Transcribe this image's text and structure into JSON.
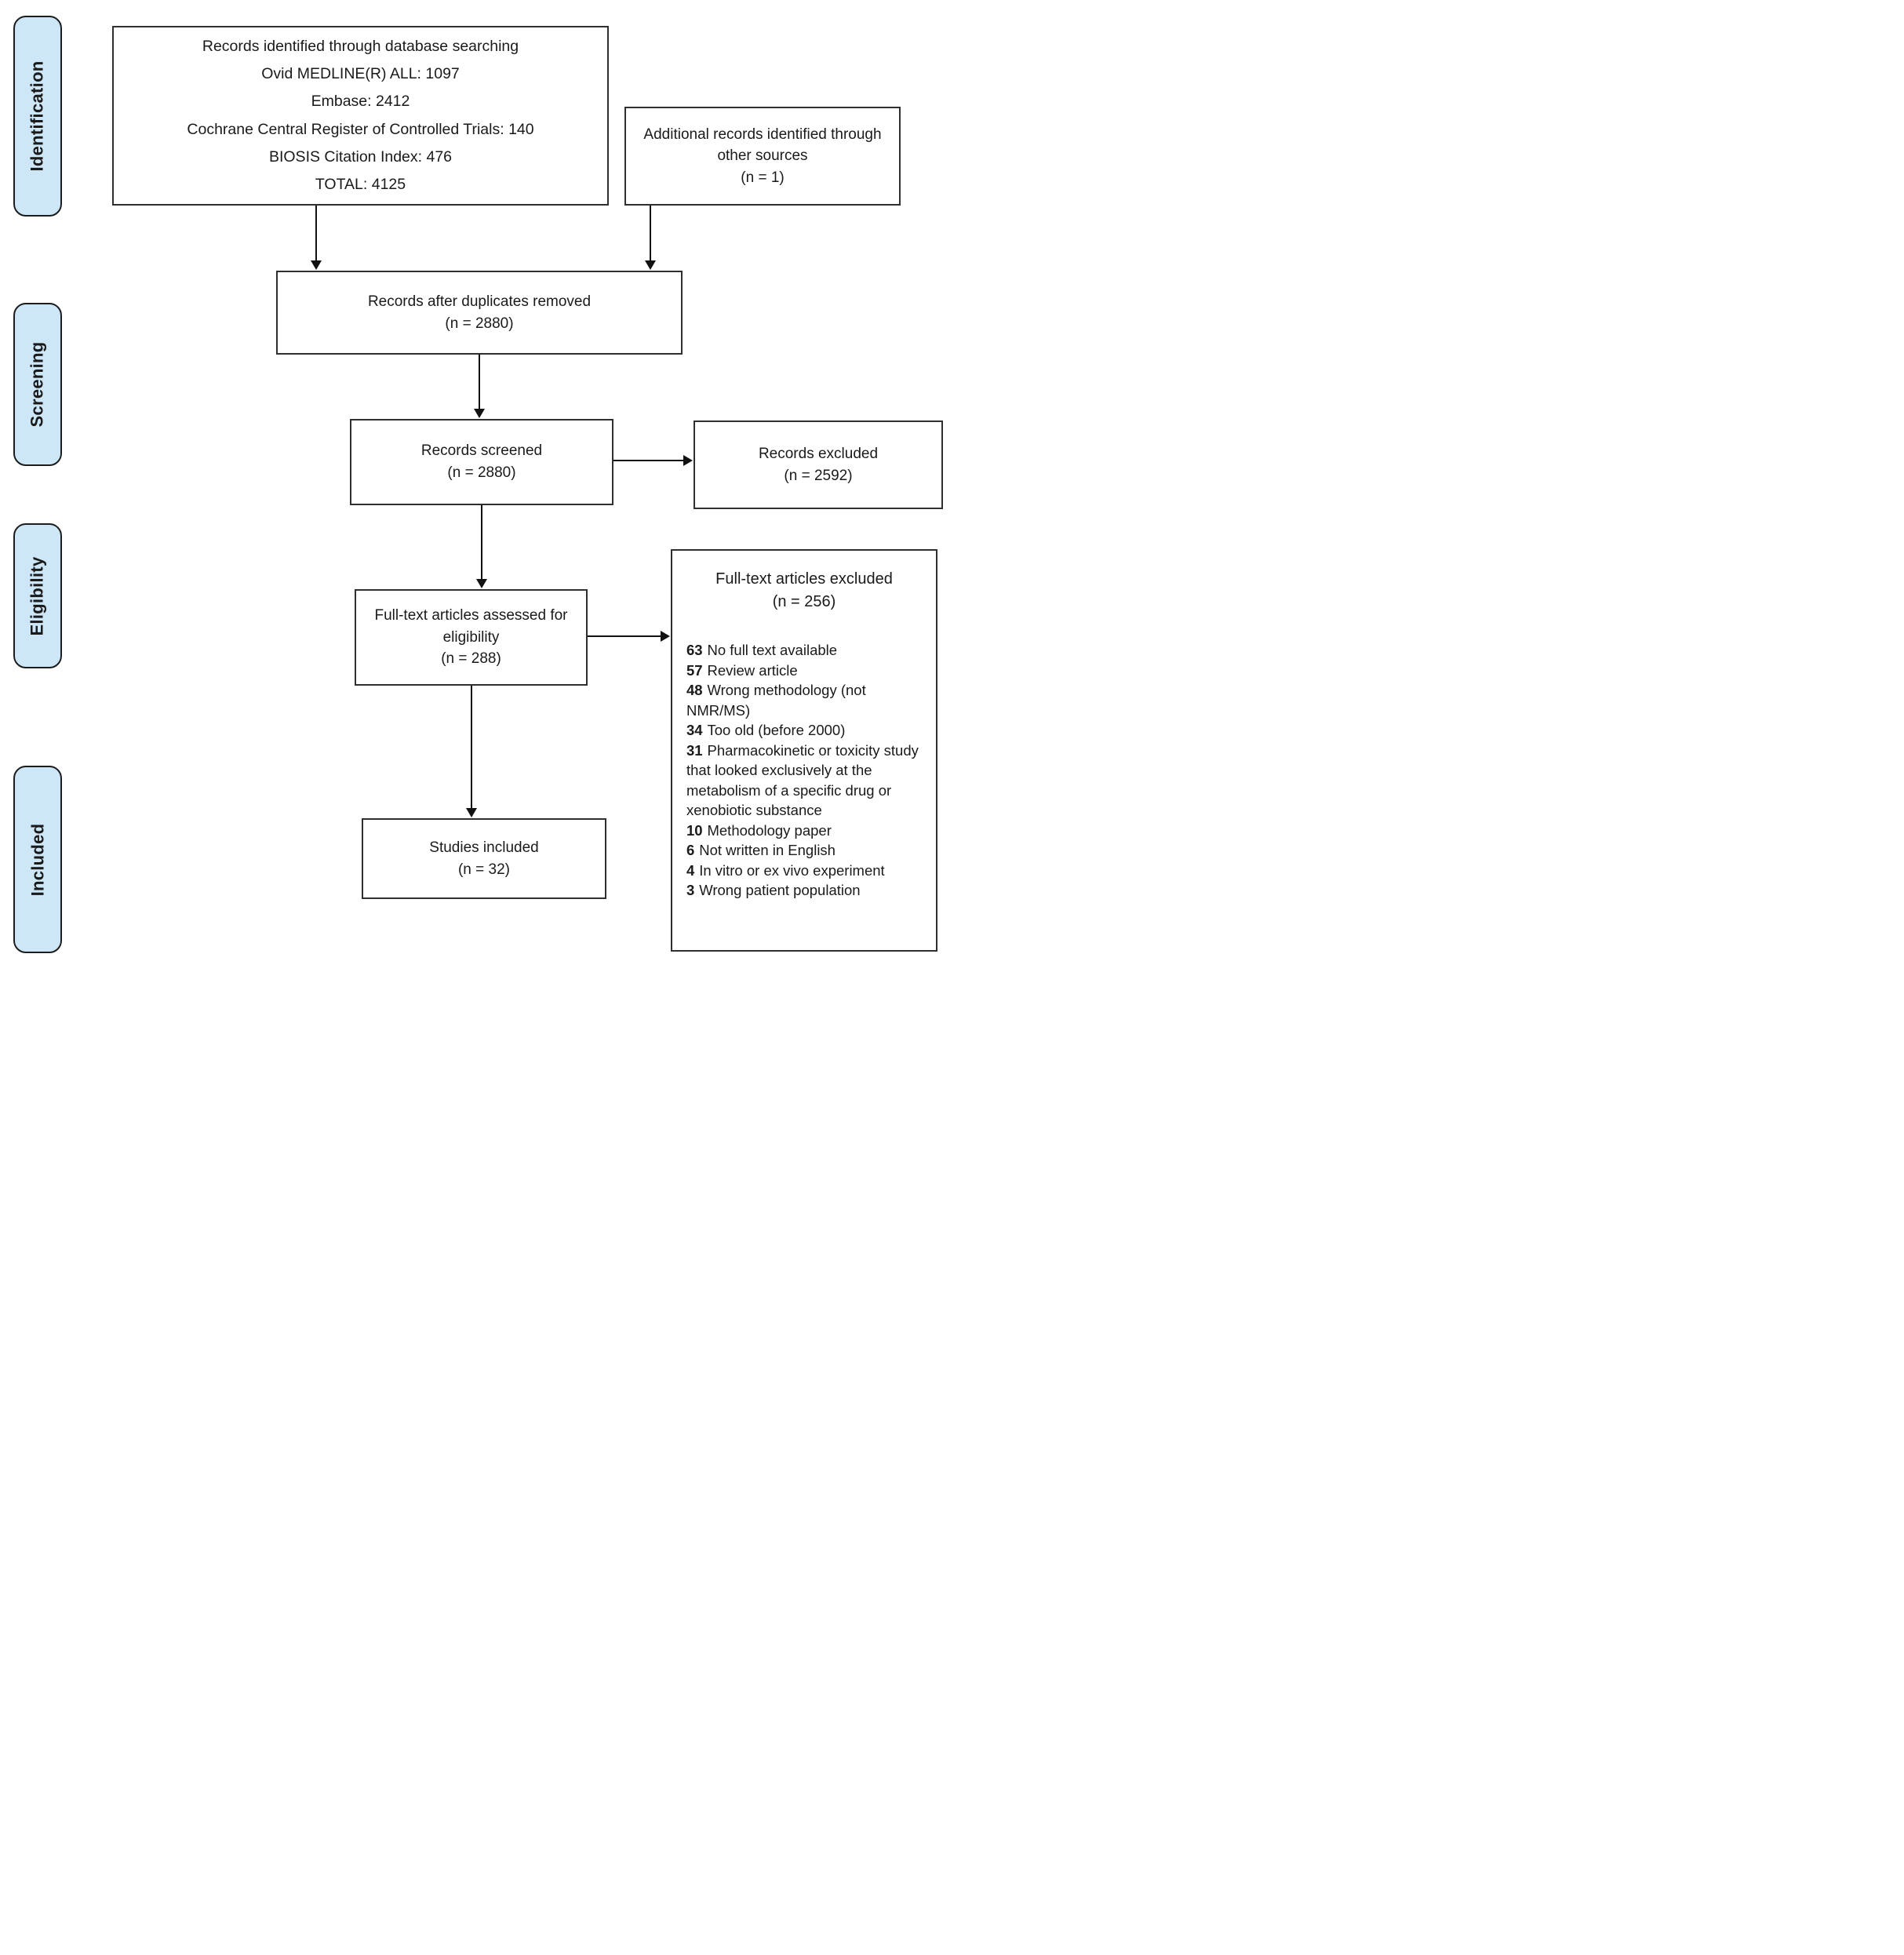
{
  "stages": {
    "identification": "Identification",
    "screening": "Screening",
    "eligibility": "Eligibility",
    "included": "Included"
  },
  "boxes": {
    "records_identified": {
      "title": "Records identified through database searching",
      "lines": [
        "Ovid MEDLINE(R) ALL: 1097",
        "Embase: 2412",
        "Cochrane Central Register of Controlled Trials: 140",
        "BIOSIS Citation Index: 476",
        "TOTAL: 4125"
      ]
    },
    "additional_records": {
      "text": "Additional records identified through other sources",
      "n": "(n = 1)"
    },
    "duplicates_removed": {
      "text": "Records after duplicates removed",
      "n": "(n = 2880)"
    },
    "records_screened": {
      "text": "Records screened",
      "n": "(n = 2880)"
    },
    "records_excluded": {
      "text": "Records excluded",
      "n": "(n = 2592)"
    },
    "fulltext_assessed": {
      "text": "Full-text articles assessed for eligibility",
      "n": "(n = 288)"
    },
    "fulltext_excluded": {
      "title": "Full-text articles excluded",
      "n": "(n = 256)",
      "reasons": [
        {
          "count": "63",
          "text": "No full text available"
        },
        {
          "count": "57",
          "text": "Review article"
        },
        {
          "count": "48",
          "text": "Wrong methodology (not NMR/MS)"
        },
        {
          "count": "34",
          "text": "Too old (before 2000)"
        },
        {
          "count": "31",
          "text": "Pharmacokinetic or toxicity study that looked exclusively at the metabolism of a specific drug or xenobiotic substance"
        },
        {
          "count": "10",
          "text": "Methodology paper"
        },
        {
          "count": "6",
          "text": "Not written in English"
        },
        {
          "count": "4",
          "text": "In vitro or ex vivo experiment"
        },
        {
          "count": "3",
          "text": "Wrong patient population"
        }
      ]
    },
    "studies_included": {
      "text": "Studies included",
      "n": "(n = 32)"
    }
  },
  "colors": {
    "stage_fill": "#cde7f8",
    "box_border": "#2f2f2f",
    "arrow": "#111111"
  }
}
